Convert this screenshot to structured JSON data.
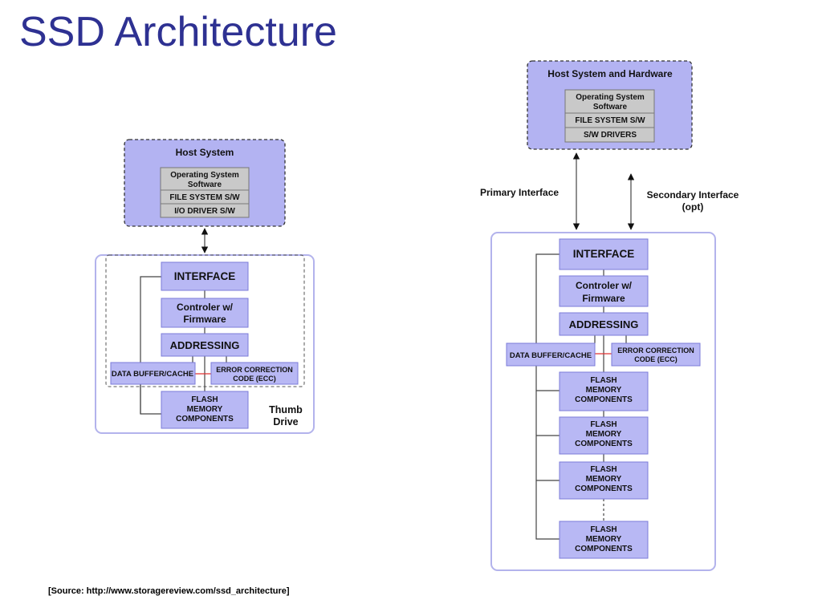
{
  "slide": {
    "title": "SSD Architecture",
    "source": "[Source: http://www.storagereview.com/ssd_architecture]"
  },
  "left": {
    "host_title": "Host System",
    "os_line1": "Operating System",
    "os_line2": "Software",
    "fs": "FILE SYSTEM S/W",
    "driver": "I/O DRIVER S/W",
    "interface": "INTERFACE",
    "controller_line1": "Controler w/",
    "controller_line2": "Firmware",
    "addressing": "ADDRESSING",
    "buffer": "DATA BUFFER/CACHE",
    "ecc_line1": "ERROR CORRECTION",
    "ecc_line2": "CODE (ECC)",
    "flash_line1": "FLASH",
    "flash_line2": "MEMORY",
    "flash_line3": "COMPONENTS",
    "thumb_line1": "Thumb",
    "thumb_line2": "Drive"
  },
  "right": {
    "host_title": "Host System and Hardware",
    "os_line1": "Operating System",
    "os_line2": "Software",
    "fs": "FILE SYSTEM S/W",
    "driver": "S/W DRIVERS",
    "primary": "Primary Interface",
    "secondary_line1": "Secondary Interface",
    "secondary_line2": "(opt)",
    "interface": "INTERFACE",
    "controller_line1": "Controler w/",
    "controller_line2": "Firmware",
    "addressing": "ADDRESSING",
    "buffer": "DATA BUFFER/CACHE",
    "ecc_line1": "ERROR CORRECTION",
    "ecc_line2": "CODE (ECC)",
    "flash_line1": "FLASH",
    "flash_line2": "MEMORY",
    "flash_line3": "COMPONENTS"
  }
}
